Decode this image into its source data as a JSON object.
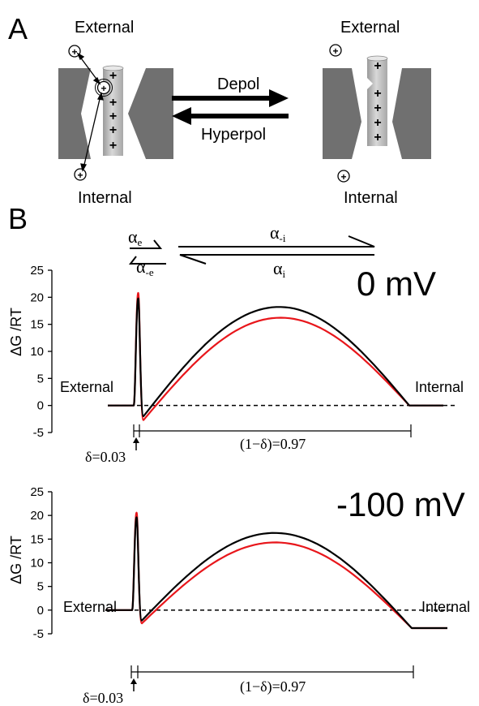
{
  "panel_a": {
    "letter": "A",
    "left": {
      "external": "External",
      "internal": "Internal"
    },
    "right": {
      "external": "External",
      "internal": "Internal"
    },
    "depol": "Depol",
    "hyperpol": "Hyperpol",
    "plus": "+",
    "ion": "+"
  },
  "panel_b": {
    "letter": "B",
    "alpha_e": {
      "base": "α",
      "sub": "e"
    },
    "alpha_minus_e": {
      "base": "α",
      "sub": "-e"
    },
    "alpha_minus_i": {
      "base": "α",
      "sub": "-i"
    },
    "alpha_i": {
      "base": "α",
      "sub": "i"
    }
  },
  "colors": {
    "black": "#000000",
    "red": "#e8161b",
    "gray": "#707070",
    "light_gray": "#c8c8c8"
  },
  "chart_data": [
    {
      "type": "line",
      "title": "0 mV",
      "ylabel": "ΔG /RT",
      "ylim": [
        -5,
        25
      ],
      "yticks": [
        "25",
        "20",
        "15",
        "10",
        "5",
        "0",
        "-5"
      ],
      "left_label": "External",
      "right_label": "Internal",
      "delta_label": "δ=0.03",
      "one_minus_delta_label": "(1−δ)=0.97",
      "series": [
        {
          "color": "#000000",
          "peak_outer": 19.8,
          "well": -2.0,
          "barrier": 18.2,
          "end": 0
        },
        {
          "color": "#e8161b",
          "peak_outer": 20.8,
          "well": -2.7,
          "barrier": 16.2,
          "end": 0
        }
      ]
    },
    {
      "type": "line",
      "title": "-100 mV",
      "ylabel": "ΔG /RT",
      "ylim": [
        -5,
        25
      ],
      "yticks": [
        "25",
        "20",
        "15",
        "10",
        "5",
        "0",
        "-5"
      ],
      "left_label": "External",
      "right_label": "Internal",
      "delta_label": "δ=0.03",
      "one_minus_delta_label": "(1−δ)=0.97",
      "series": [
        {
          "color": "#000000",
          "peak_outer": 19.6,
          "well": -2.2,
          "barrier": 16.3,
          "end": -3.8
        },
        {
          "color": "#e8161b",
          "peak_outer": 20.6,
          "well": -2.8,
          "barrier": 14.3,
          "end": -3.8
        }
      ]
    }
  ]
}
